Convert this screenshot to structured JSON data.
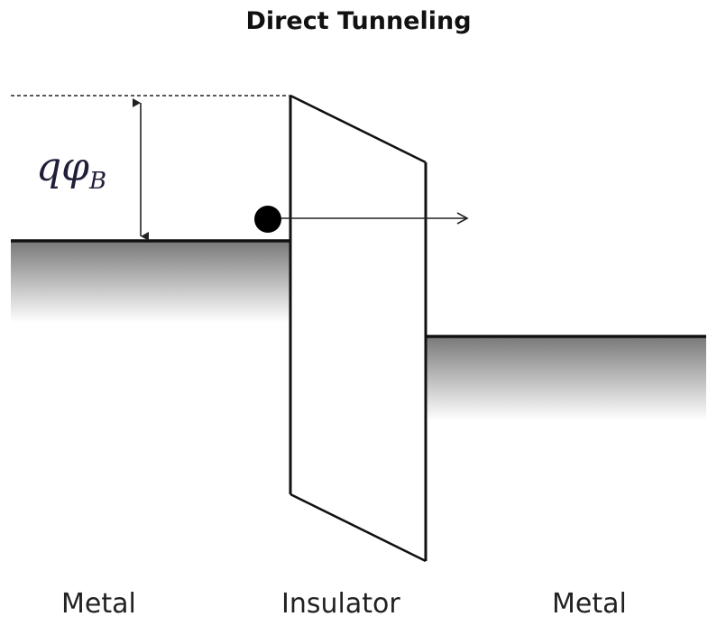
{
  "diagram": {
    "title": "Direct Tunneling",
    "barrier_symbol": "qφ",
    "barrier_subscript": "B",
    "labels": {
      "left": "Metal",
      "middle": "Insulator",
      "right": "Metal"
    }
  }
}
